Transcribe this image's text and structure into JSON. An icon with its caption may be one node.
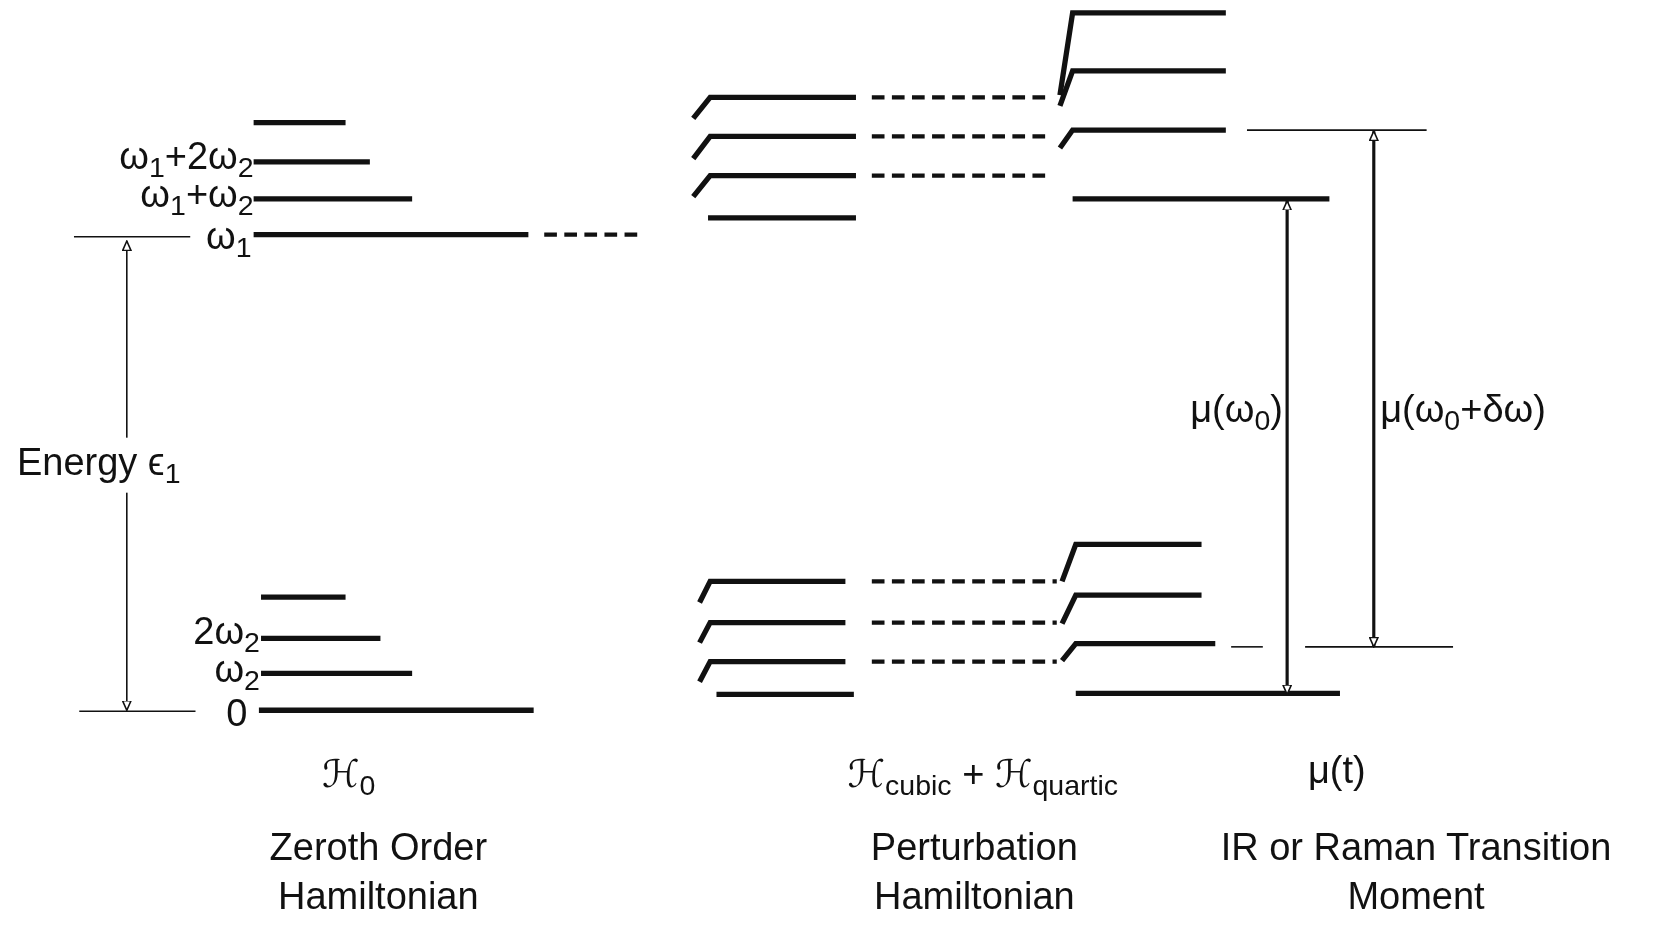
{
  "diagram": {
    "labels": [
      "ω$_{1}$+2ω$_{2}$",
      "ω$_{1}$+ω$_{2}$",
      "ω$_{1}$",
      "Energy ϵ$_{1}$",
      "μ(ω$_{0}$)",
      "μ(ω$_{0}$+δω)",
      "2ω$_{2}$",
      "ω$_{2}$",
      "0",
      "ℋ$_{0}$",
      "ℋ$_{cubic}$ + ℋ$_{quartic}$",
      "μ(t)",
      "Zeroth Order Hamiltonian",
      "Perturbation Hamiltonian",
      "IR or Raman Transition Moment"
    ]
  }
}
